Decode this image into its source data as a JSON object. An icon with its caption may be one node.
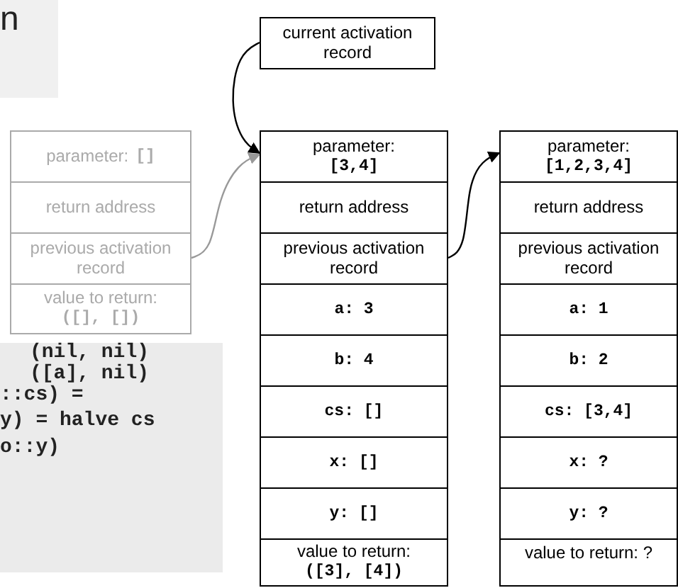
{
  "diagram": {
    "nodes": [
      {
        "text": [
          "current activation record"
        ]
      },
      {
        "text": [
          "parameter:",
          "[]"
        ]
      },
      {
        "text": [
          "return address"
        ]
      },
      {
        "text": [
          "previous activation record"
        ]
      },
      {
        "text": [
          "value to return:",
          "([], [])"
        ]
      },
      {
        "text": [
          "parameter:",
          "[3,4]"
        ]
      },
      {
        "text": [
          "return address"
        ]
      },
      {
        "text": [
          "previous activation record"
        ]
      },
      {
        "text": [
          "a: 3"
        ]
      },
      {
        "text": [
          "b: 4"
        ]
      },
      {
        "text": [
          "cs: []"
        ]
      },
      {
        "text": [
          "x: []"
        ]
      },
      {
        "text": [
          "y: []"
        ]
      },
      {
        "text": [
          "value to return:",
          "([3], [4])"
        ]
      },
      {
        "text": [
          "parameter:",
          "[1,2,3,4]"
        ]
      },
      {
        "text": [
          "return address"
        ]
      },
      {
        "text": [
          "previous activation record"
        ]
      },
      {
        "text": [
          "a: 1"
        ]
      },
      {
        "text": [
          "b: 2"
        ]
      },
      {
        "text": [
          "cs: [3,4]"
        ]
      },
      {
        "text": [
          "x: ?"
        ]
      },
      {
        "text": [
          "y: ?"
        ]
      },
      {
        "text": [
          "value to return: ?"
        ]
      }
    ],
    "edges": [
      {
        "from": 0,
        "to": 5,
        "arrow": "to"
      },
      {
        "from": 3,
        "to": 5,
        "arrow": "to",
        "color": "#999999"
      },
      {
        "from": 7,
        "to": 14,
        "arrow": "to"
      }
    ],
    "labels": [
      "n",
      "(nil, nil)",
      "([a], nil)",
      "::cs) =",
      "y) = halve cs",
      "o::y)"
    ]
  }
}
